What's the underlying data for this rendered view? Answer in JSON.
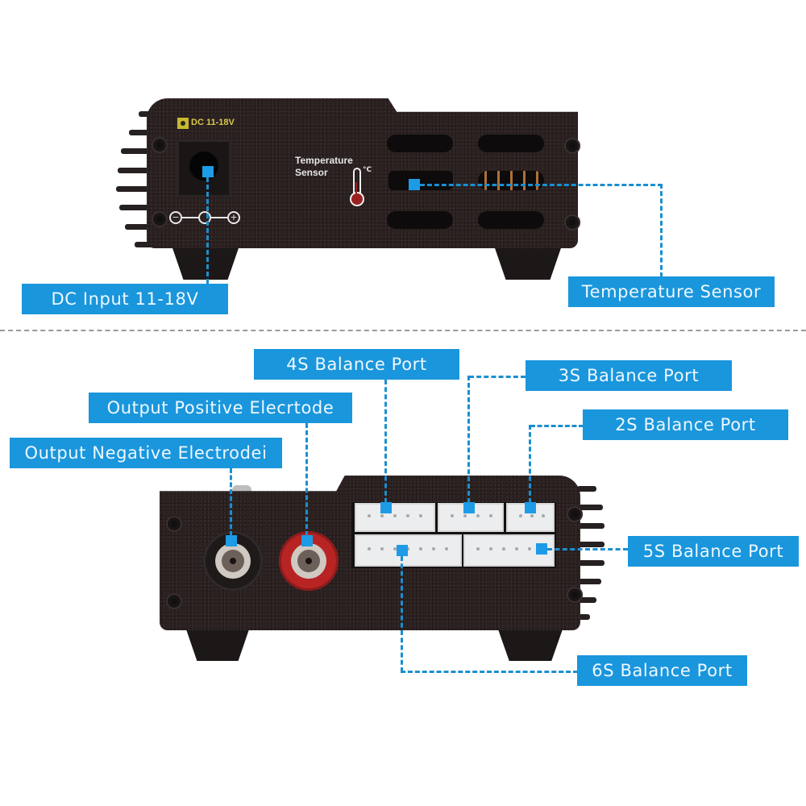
{
  "diagram": {
    "top_panel": {
      "device_labels": {
        "dc_badge": "DC 11-18V",
        "temp_text_line1": "Temperature",
        "temp_text_line2": "Sensor",
        "temp_unit": "°C"
      },
      "callouts": [
        {
          "id": "dc-input",
          "text": "DC Input 11-18V"
        },
        {
          "id": "temperature-sensor",
          "text": "Temperature Sensor"
        }
      ]
    },
    "bottom_panel": {
      "callouts": [
        {
          "id": "4s-balance-port",
          "text": "4S Balance Port"
        },
        {
          "id": "3s-balance-port",
          "text": "3S Balance Port"
        },
        {
          "id": "2s-balance-port",
          "text": "2S Balance Port"
        },
        {
          "id": "output-positive",
          "text": "Output Positive Elecrtode"
        },
        {
          "id": "output-negative",
          "text": "Output Negative Electrodei"
        },
        {
          "id": "5s-balance-port",
          "text": "5S Balance Port"
        },
        {
          "id": "6s-balance-port",
          "text": "6S Balance Port"
        }
      ]
    },
    "colors": {
      "callout_bg": "#1a96dc",
      "callout_text": "#eef8ff",
      "device_body": "#2d2222",
      "positive_terminal": "#b82424",
      "negative_terminal": "#1e1a1a",
      "dc_badge_bg": "#c9b92e"
    }
  }
}
